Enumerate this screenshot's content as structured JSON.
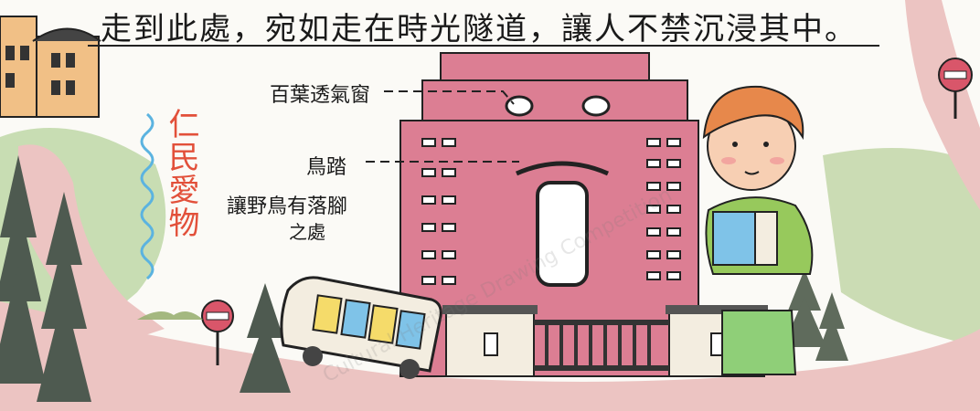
{
  "caption": "走到此處，宛如走在時光隧道，讓人不禁沉浸其中。",
  "labels": {
    "vent_window": "百葉透氣窗",
    "bird_stand": "鳥踏",
    "owl_pun_line1": "讓野鳥有落腳",
    "owl_pun_line2": "之處"
  },
  "vertical_text": "仁民愛物",
  "watermark": "Cultural Heritage Drawing Competition",
  "colors": {
    "ink": "#1a1a1a",
    "building_pink": "#dc7e93",
    "road_pink": "#e9b3b3",
    "grass_green": "#a7c98f",
    "tree_dark": "#4e5a50",
    "bus_yellow": "#f5db6a",
    "bus_blue": "#7fc3e8",
    "red_text": "#e2503a",
    "sign_red": "#d9566a"
  },
  "icons": [
    "building",
    "bus",
    "boy",
    "tree",
    "road-sign",
    "gate"
  ]
}
